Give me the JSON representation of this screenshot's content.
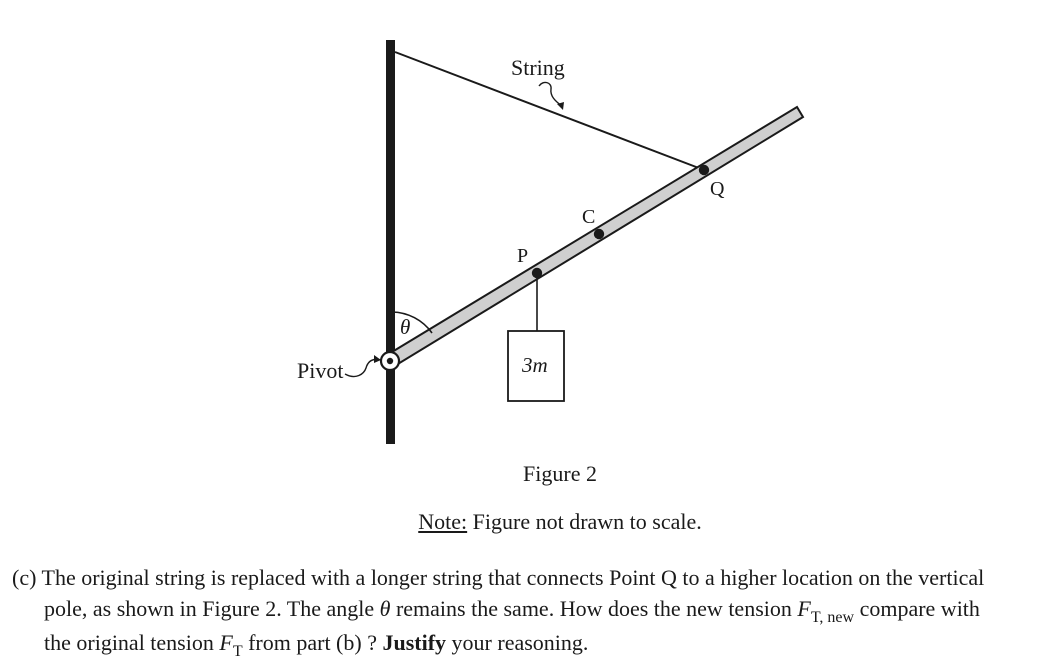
{
  "figure": {
    "labels": {
      "string": "String",
      "pivot": "Pivot",
      "theta": "θ",
      "point_p": "P",
      "point_c": "C",
      "point_q": "Q",
      "mass": "3m"
    },
    "caption": "Figure 2",
    "note_label": "Note:",
    "note_text": " Figure not drawn to scale."
  },
  "question": {
    "part": "(c)",
    "line1": " The original string is replaced with a longer string that connects Point Q to a higher location on the vertical",
    "line2_a": "pole, as shown in Figure 2. The angle ",
    "theta": "θ",
    "line2_b": " remains the same. How does the new tension ",
    "ft": "F",
    "ft_new_sub": "T, new",
    "line2_c": " compare with",
    "line3_a": "the original tension ",
    "ft_sub": "T",
    "line3_b": " from part (b) ? ",
    "justify": "Justify",
    "line3_c": " your reasoning."
  }
}
